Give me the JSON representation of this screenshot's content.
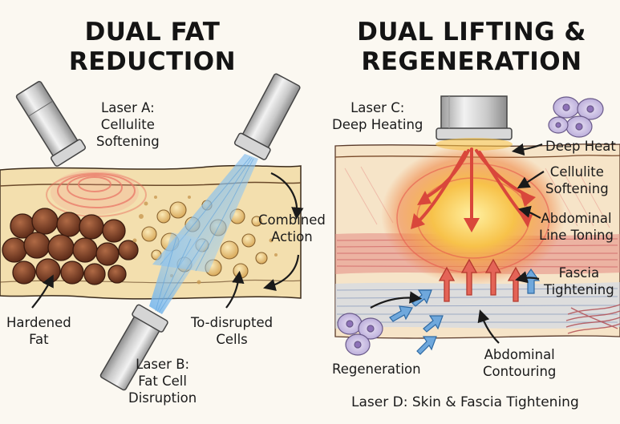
{
  "left_panel": {
    "title_lines": [
      "DUAL FAT",
      "REDUCTION"
    ],
    "laser_a": [
      "Laser A:",
      "Cellulite",
      "Softening"
    ],
    "laser_b": [
      "Laser B:",
      "Fat Cell",
      "Disruption"
    ],
    "hardened_fat": [
      "Hardened",
      "Fat"
    ],
    "disrupted_cells": [
      "To-disrupted",
      "Cells"
    ],
    "combined_action": [
      "Combined",
      "Action"
    ]
  },
  "right_panel": {
    "title_lines": [
      "DUAL LIFTING &",
      "REGENERATION"
    ],
    "laser_c": [
      "Laser C:",
      "Deep Heating"
    ],
    "deep_heat": "Deep Heat",
    "cellulite_softening": [
      "Cellulite",
      "Softening"
    ],
    "abdominal_line_toning": [
      "Abdominal",
      "Line Toning"
    ],
    "fascia_tightening": [
      "Fascia",
      "Tightening"
    ],
    "abdominal_contouring": [
      "Abdominal",
      "Contouring"
    ],
    "regeneration": "Regeneration",
    "laser_d": "Laser D: Skin & Fascia Tightening"
  },
  "colors": {
    "ink": "#1a1a1a",
    "skin": "#f3dfae",
    "hardened_fat": "#7a3e26",
    "fat_cell": "#e6c27a",
    "beam_blue": "#7fb8e6",
    "heat_glow": "#f7b24a",
    "arrow_red": "#e0523f",
    "arrow_blue": "#4f93d1",
    "muscle_red": "#d9636a",
    "cell_purple": "#9c88c4"
  }
}
